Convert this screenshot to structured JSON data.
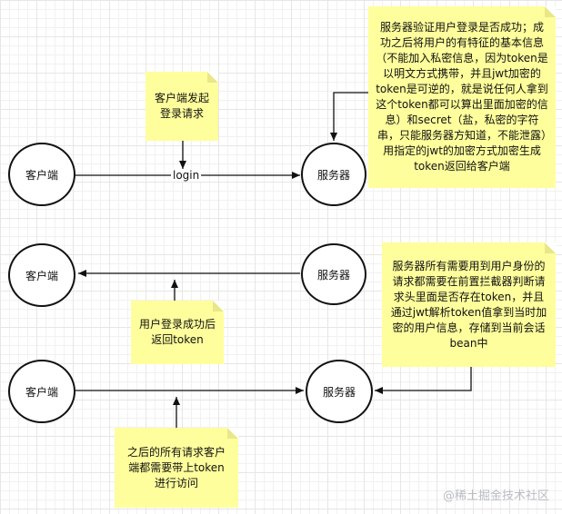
{
  "nodes": {
    "client_1": "客户端",
    "server_1": "服务器",
    "client_2": "客户端",
    "server_2": "服务器",
    "client_3": "客户端",
    "server_3": "服务器"
  },
  "edges": {
    "login_label": "login"
  },
  "notes": {
    "client_login": "客户端发起登录请求",
    "server_verify": "服务器验证用户登录是否成功；成功之后将用户的有特征的基本信息（不能加入私密信息，因为token是以明文方式携带，并且jwt加密的token是可逆的，就是说任何人拿到这个token都可以算出里面加密的信息）和secret（盐，私密的字符串，只能服务器方知道，不能泄露）用指定的jwt的加密方式加密生成token返回给客户端",
    "return_token": "用户登录成功后返回token",
    "server_interceptor": "服务器所有需要用到用户身份的请求都需要在前置拦截器判断请求头里面是否存在token，并且通过jwt解析token值拿到当时加密的用户信息，存储到当前会话bean中",
    "subsequent_requests": "之后的所有请求客户端都需要带上token进行访问"
  },
  "watermark": "@稀土掘金技术社区",
  "colors": {
    "note_fill": "#fffe9c",
    "line": "#111111"
  }
}
